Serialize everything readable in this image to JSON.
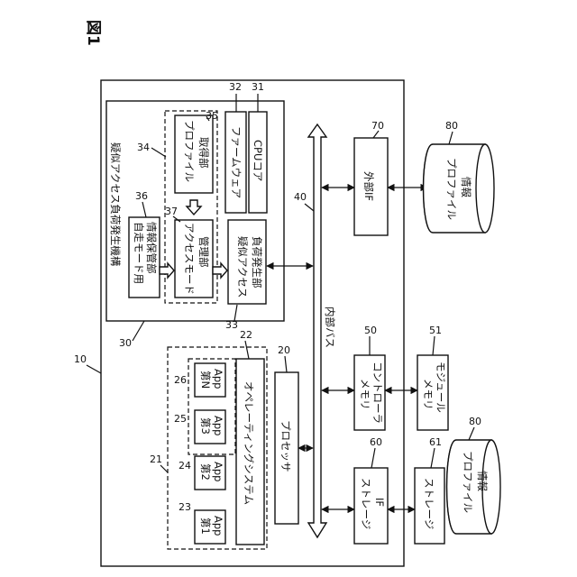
{
  "figure_label": "図1",
  "refs": {
    "r10": "10",
    "r20": "20",
    "r21": "21",
    "r22": "22",
    "r23": "23",
    "r24": "24",
    "r25": "25",
    "r26": "26",
    "r30": "30",
    "r31": "31",
    "r32": "32",
    "r33": "33",
    "r34": "34",
    "r35": "35",
    "r36": "36",
    "r37": "37",
    "r40": "40",
    "r50": "50",
    "r51": "51",
    "r60": "60",
    "r61": "61",
    "r70": "70",
    "r80a": "80",
    "r80b": "80"
  },
  "pseudo_mechanism": {
    "title": "疑似アクセス負荷発生機構"
  },
  "self_mode": {
    "line1": "自走モード用",
    "line2": "情報保管部"
  },
  "access_mode": {
    "line1": "アクセスモード",
    "line2": "管理部"
  },
  "profile_acq": {
    "line1": "プロファイル",
    "line2": "取得部"
  },
  "load_gen": {
    "line1": "疑似アクセス",
    "line2": "負荷発生部"
  },
  "firmware": {
    "label": "ファームウェア"
  },
  "cpu_core": {
    "label": "CPUコア"
  },
  "external_if": {
    "label": "外部IF"
  },
  "profile_info_top": {
    "line1": "プロファイル",
    "line2": "情報"
  },
  "internal_bus": {
    "label": "内部バス"
  },
  "os": {
    "label": "オペレーティングシステム"
  },
  "processor": {
    "label": "プロセッサ"
  },
  "apps": {
    "app1": {
      "line1": "第1",
      "line2": "App"
    },
    "app2": {
      "line1": "第2",
      "line2": "App"
    },
    "app3": {
      "line1": "第3",
      "line2": "App"
    },
    "appN": {
      "line1": "第N",
      "line2": "App"
    }
  },
  "memory_ctrl": {
    "line1": "メモリ",
    "line2": "コントローラ"
  },
  "memory_module": {
    "line1": "メモリ",
    "line2": "モジュール"
  },
  "storage_if": {
    "line1": "ストレージ",
    "line2": "IF"
  },
  "storage": {
    "label": "ストレージ"
  },
  "profile_info_bottom": {
    "line1": "プロファイル",
    "line2": "情報"
  }
}
